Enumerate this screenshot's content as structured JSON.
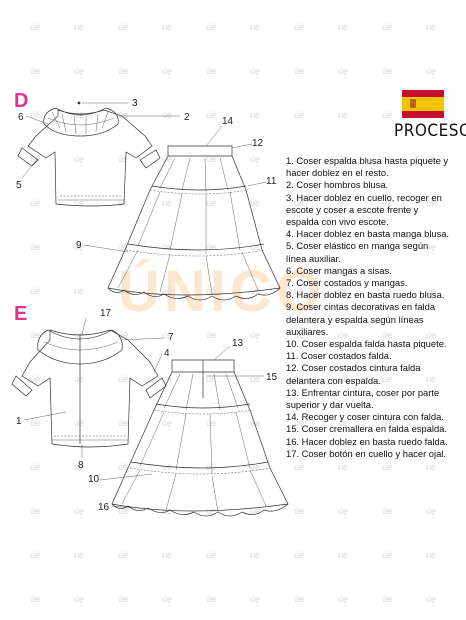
{
  "view_d_label": "D",
  "view_e_label": "E",
  "watermark": "ÚNICO",
  "watermark_tile": "úé",
  "title": "PROCESO",
  "flag": {
    "icon": "spain-flag-icon",
    "colors": {
      "red": "#c8102e",
      "yellow": "#f5c400"
    }
  },
  "accent_color": "#e0338a",
  "steps": [
    "1. Coser espalda blusa hasta piquete y hacer doblez en el resto.",
    "2. Coser hombros blusa.",
    "3. Hacer doblez en cuello, recoger en escote y coser a escote frente y espalda con vivo escote.",
    "4. Hacer doblez en basta manga blusa.",
    "5. Coser elástico en manga según línea auxiliar.",
    "6. Coser mangas a sisas.",
    "7. Coser costados y mangas.",
    "8. Hacer doblez en basta ruedo blusa.",
    "9. Coser cintas decorativas en falda delantera y espalda según líneas auxiliares.",
    "10. Coser espalda falda hasta piquete.",
    "11. Coser costados falda.",
    "12. Coser costados cintura falda delantera con espalda.",
    "13. Enfrentar cintura, coser por parte superior y dar vuelta.",
    "14. Recoger y coser cintura con falda.",
    "15. Coser cremallera en falda espalda.",
    "16. Hacer doblez en basta ruedo falda.",
    "17. Coser botón en cuello y hacer ojal."
  ],
  "callouts_d": [
    "3",
    "6",
    "2",
    "5",
    "14",
    "12",
    "11",
    "9"
  ],
  "callouts_e": [
    "17",
    "7",
    "4",
    "1",
    "8",
    "13",
    "15",
    "10",
    "16"
  ]
}
